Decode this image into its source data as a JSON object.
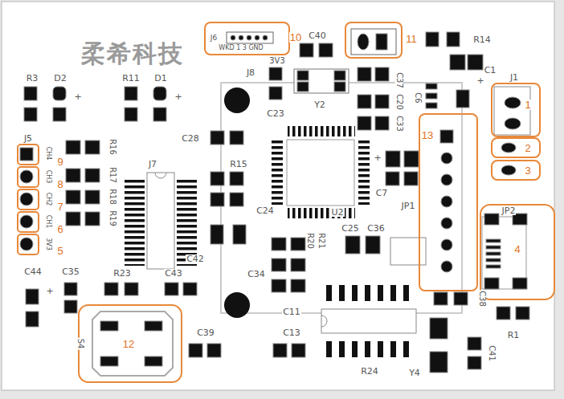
{
  "diagram": {
    "labels": [
      "柔希科技",
      "J6",
      "WKD 1 3 GND",
      "10",
      "C40",
      "11",
      "R14",
      "C1",
      "+",
      "J1",
      "3V3",
      "J8",
      "R3",
      "D2",
      "+",
      "R11",
      "D1",
      "+",
      "C37",
      "C20",
      "C33",
      "C6",
      "Y2",
      "C23",
      "1",
      "C28",
      "13",
      "2",
      "J5",
      "R16",
      "+",
      "9",
      "CH4",
      "R15",
      "J7",
      "3",
      "8",
      "CH3",
      "R17",
      "C7",
      "7",
      "CH2",
      "R18",
      "U2",
      "JP1",
      "JP2",
      "C24",
      "6",
      "CH1",
      "R19",
      "C25",
      "C36",
      "4",
      "5",
      "3V3",
      "R20",
      "R21",
      "C42",
      "C44",
      "C35",
      "R23",
      "C43",
      "C34",
      "+",
      "C38",
      "C11",
      "C39",
      "C13",
      "R1",
      "12",
      "S4",
      "C41",
      "R24",
      "Y4"
    ]
  }
}
